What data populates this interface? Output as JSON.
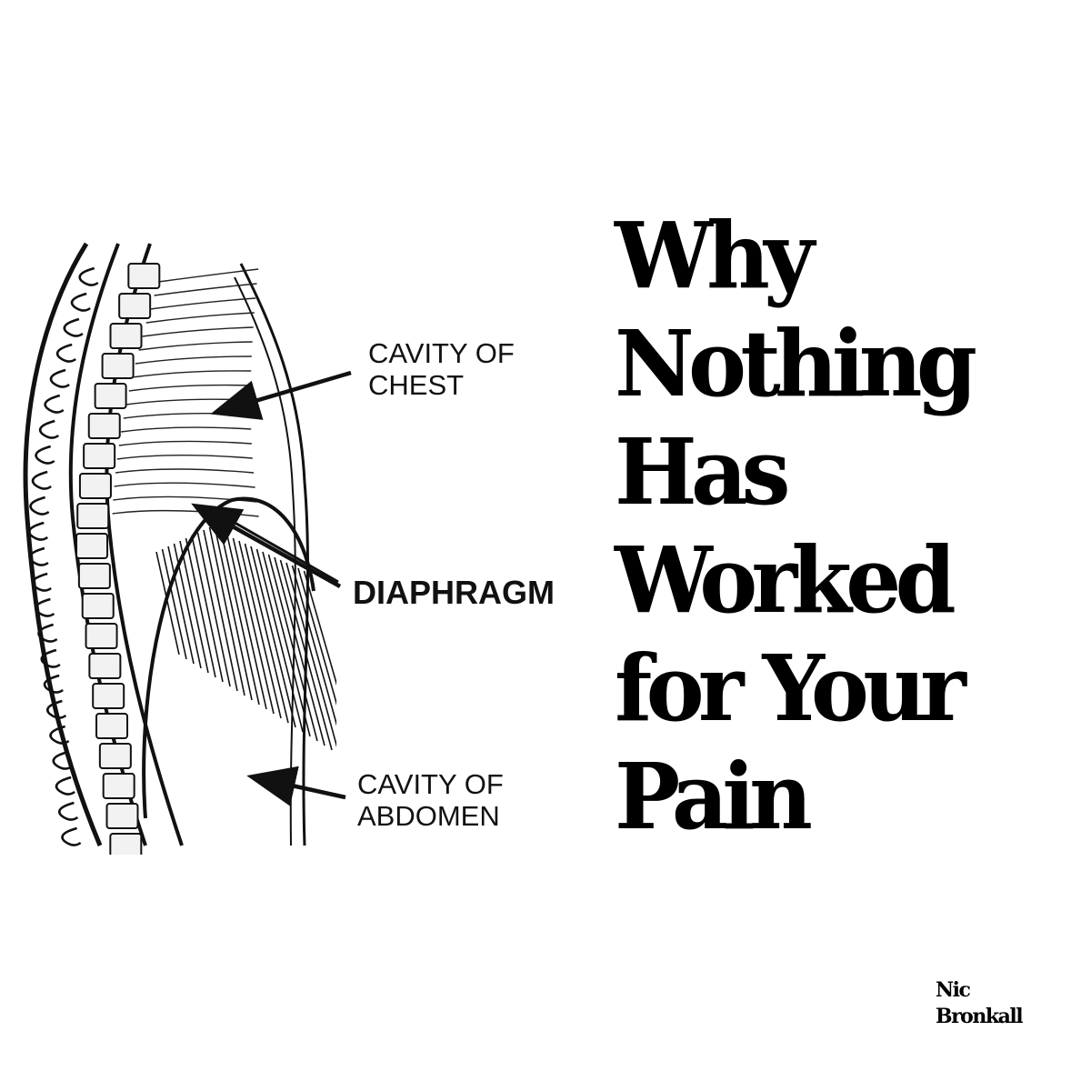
{
  "diagram": {
    "labels": {
      "chest": [
        "CAVITY OF",
        "CHEST"
      ],
      "diaphragm": "DIAPHRAGM",
      "abdomen": [
        "CAVITY OF",
        "ABDOMEN"
      ]
    }
  },
  "headline": {
    "lines": [
      "Why",
      "Nothing",
      "Has",
      "Worked",
      "for Your",
      "Pain"
    ]
  },
  "author": {
    "lines": [
      "Nic",
      "Bronkall"
    ]
  },
  "colors": {
    "background": "#ffffff",
    "ink": "#000000"
  }
}
